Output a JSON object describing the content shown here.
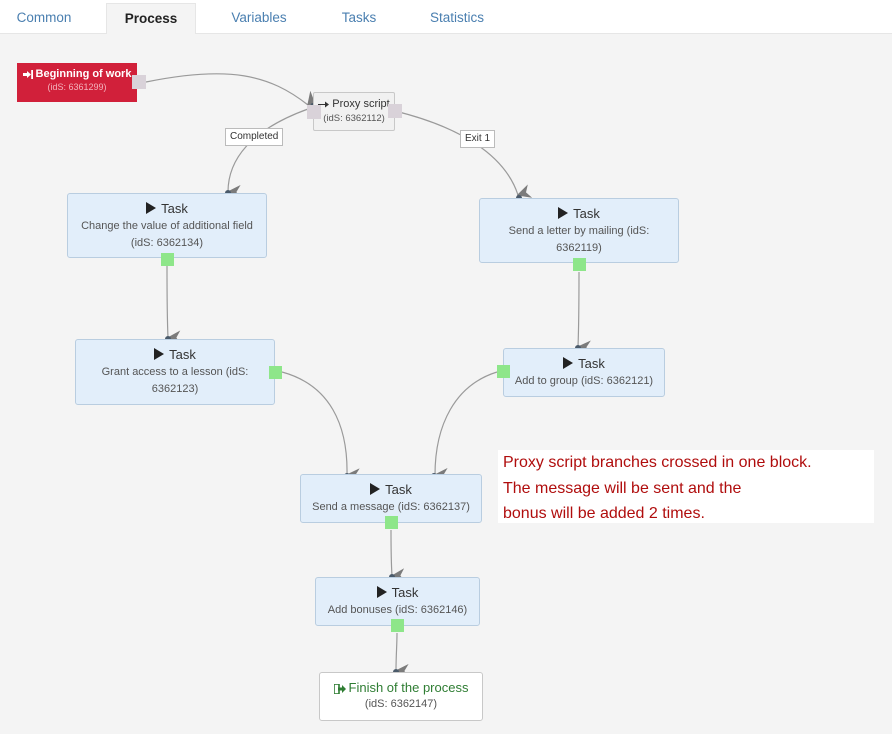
{
  "tabs": [
    {
      "label": "Common",
      "active": false
    },
    {
      "label": "Process",
      "active": true
    },
    {
      "label": "Variables",
      "active": false
    },
    {
      "label": "Tasks",
      "active": false
    },
    {
      "label": "Statistics",
      "active": false
    }
  ],
  "nodes": {
    "start": {
      "title": "Beginning of work",
      "ids": "(idS: 6361299)",
      "icon": "enter-icon"
    },
    "proxy": {
      "title": "Proxy script",
      "ids": "(idS: 6362112)",
      "icon": "arrow-right-icon"
    },
    "task_change_field": {
      "title": "Task",
      "desc": "Change the value of additional field (idS: 6362134)"
    },
    "task_send_letter": {
      "title": "Task",
      "desc": "Send a letter by mailing (idS: 6362119)"
    },
    "task_grant_access": {
      "title": "Task",
      "desc": "Grant access to a lesson (idS: 6362123)"
    },
    "task_add_group": {
      "title": "Task",
      "desc": "Add to group (idS: 6362121)"
    },
    "task_send_message": {
      "title": "Task",
      "desc": "Send a message (idS: 6362137)"
    },
    "task_add_bonuses": {
      "title": "Task",
      "desc": "Add bonuses (idS: 6362146)"
    },
    "finish": {
      "title": "Finish of the process",
      "ids": "(idS: 6362147)",
      "icon": "exit-icon"
    }
  },
  "edge_labels": {
    "completed": "Completed",
    "exit1": "Exit 1"
  },
  "note": {
    "line1": "Proxy script branches crossed in one block.",
    "line2": "The message will be sent and the",
    "line3": "bonus will be added 2 times."
  },
  "colors": {
    "start_bg": "#d1203a",
    "task_bg": "#e2eefa",
    "port_green": "#8ee68a",
    "note_text": "#b00d0d",
    "tab_link": "#4a7fb0",
    "finish_text": "#2f7d33"
  }
}
